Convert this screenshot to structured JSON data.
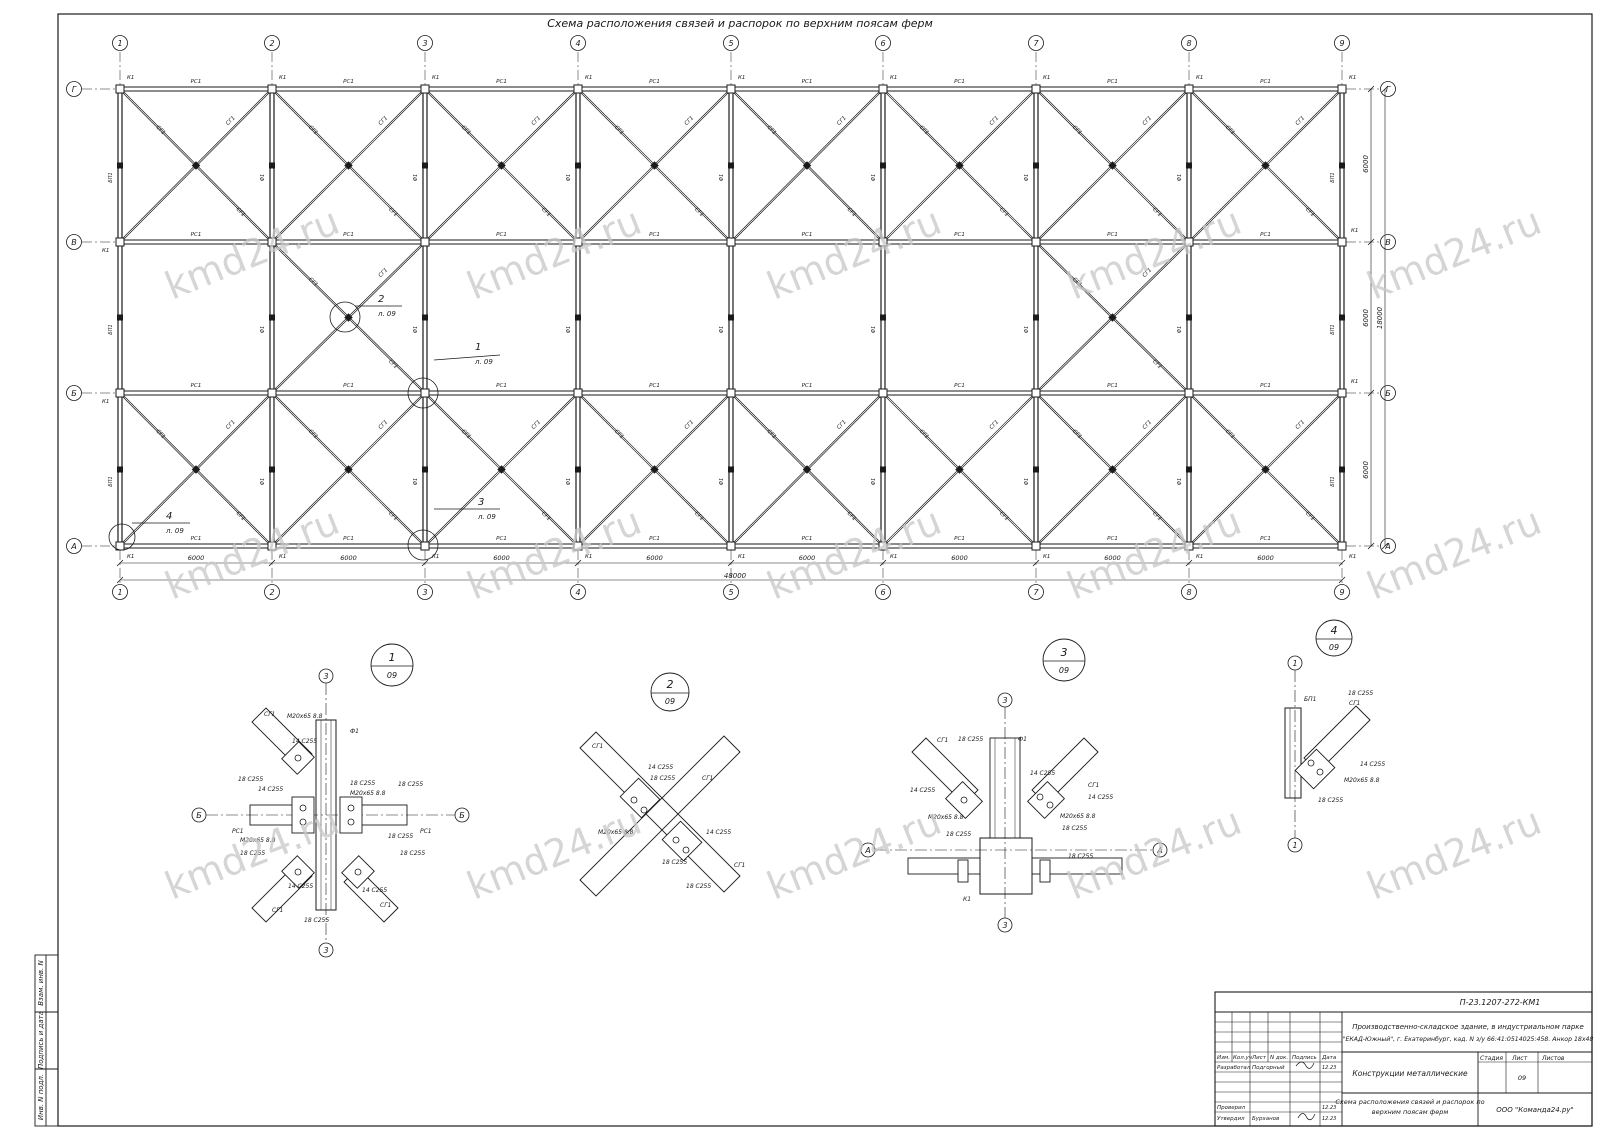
{
  "drawing": {
    "title": "Схема расположения связей и распорок по верхним поясам ферм",
    "axes_numbers": [
      "1",
      "2",
      "3",
      "4",
      "5",
      "6",
      "7",
      "8",
      "9"
    ],
    "axes_letters": [
      "А",
      "Б",
      "В",
      "Г"
    ],
    "span_dims": [
      "6000",
      "6000",
      "6000",
      "6000",
      "6000",
      "6000",
      "6000",
      "6000"
    ],
    "total_length": "48000",
    "right_dims": [
      "6000",
      "6000",
      "6000"
    ],
    "right_total": "18000",
    "labels": {
      "strut": "РС1",
      "brace": "СГ1",
      "beam": "БП1",
      "node": "К1",
      "post": "Ф1"
    },
    "callouts": [
      {
        "num": "2",
        "sheet": "л. 09"
      },
      {
        "num": "1",
        "sheet": "л. 09"
      },
      {
        "num": "3",
        "sheet": "л. 09"
      },
      {
        "num": "4",
        "sheet": "л. 09"
      }
    ]
  },
  "details": [
    {
      "num": "1",
      "sheet": "09"
    },
    {
      "num": "2",
      "sheet": "09"
    },
    {
      "num": "3",
      "sheet": "09"
    },
    {
      "num": "4",
      "sheet": "09"
    }
  ],
  "detail_labels": {
    "bolt": "М20х65 8.8",
    "plate18": "18 С255",
    "plate14": "14 С255",
    "brace": "СГ1",
    "strut": "РС1",
    "post": "Ф1",
    "beam": "БП1",
    "node": "К1"
  },
  "watermark": "kmd24.ru",
  "side_stamp": [
    "Взам. инв. N",
    "Подпись и дата",
    "Инв. N подл."
  ],
  "title_block": {
    "code": "П-23.1207-272-КМ1",
    "project": [
      "Производственно-складское здание, в индустриальном парке",
      "\"ЕКАД-Южный\", г. Екатеринбург, кад. N з/у 66:41:0514025:458. Анкор 18х48"
    ],
    "cols": [
      "Изм.",
      "Кол.уч",
      "Лист",
      "N док.",
      "Подпись",
      "Дата"
    ],
    "roles": [
      {
        "role": "Разработал",
        "name": "Подгорный",
        "date": "12.23"
      },
      {
        "role": "Проверил",
        "name": "",
        "date": "12.23"
      },
      {
        "role": "Утвердил",
        "name": "Бурханов",
        "date": "12.23"
      }
    ],
    "section": "Конструкции металлические",
    "stage_head": [
      "Стадия",
      "Лист",
      "Листов"
    ],
    "stage_vals": [
      "",
      "09",
      ""
    ],
    "sheet_title": [
      "Схема расположения связей и распорок по",
      "верхним поясам ферм"
    ],
    "company": "ООО \"Команда24.ру\""
  }
}
